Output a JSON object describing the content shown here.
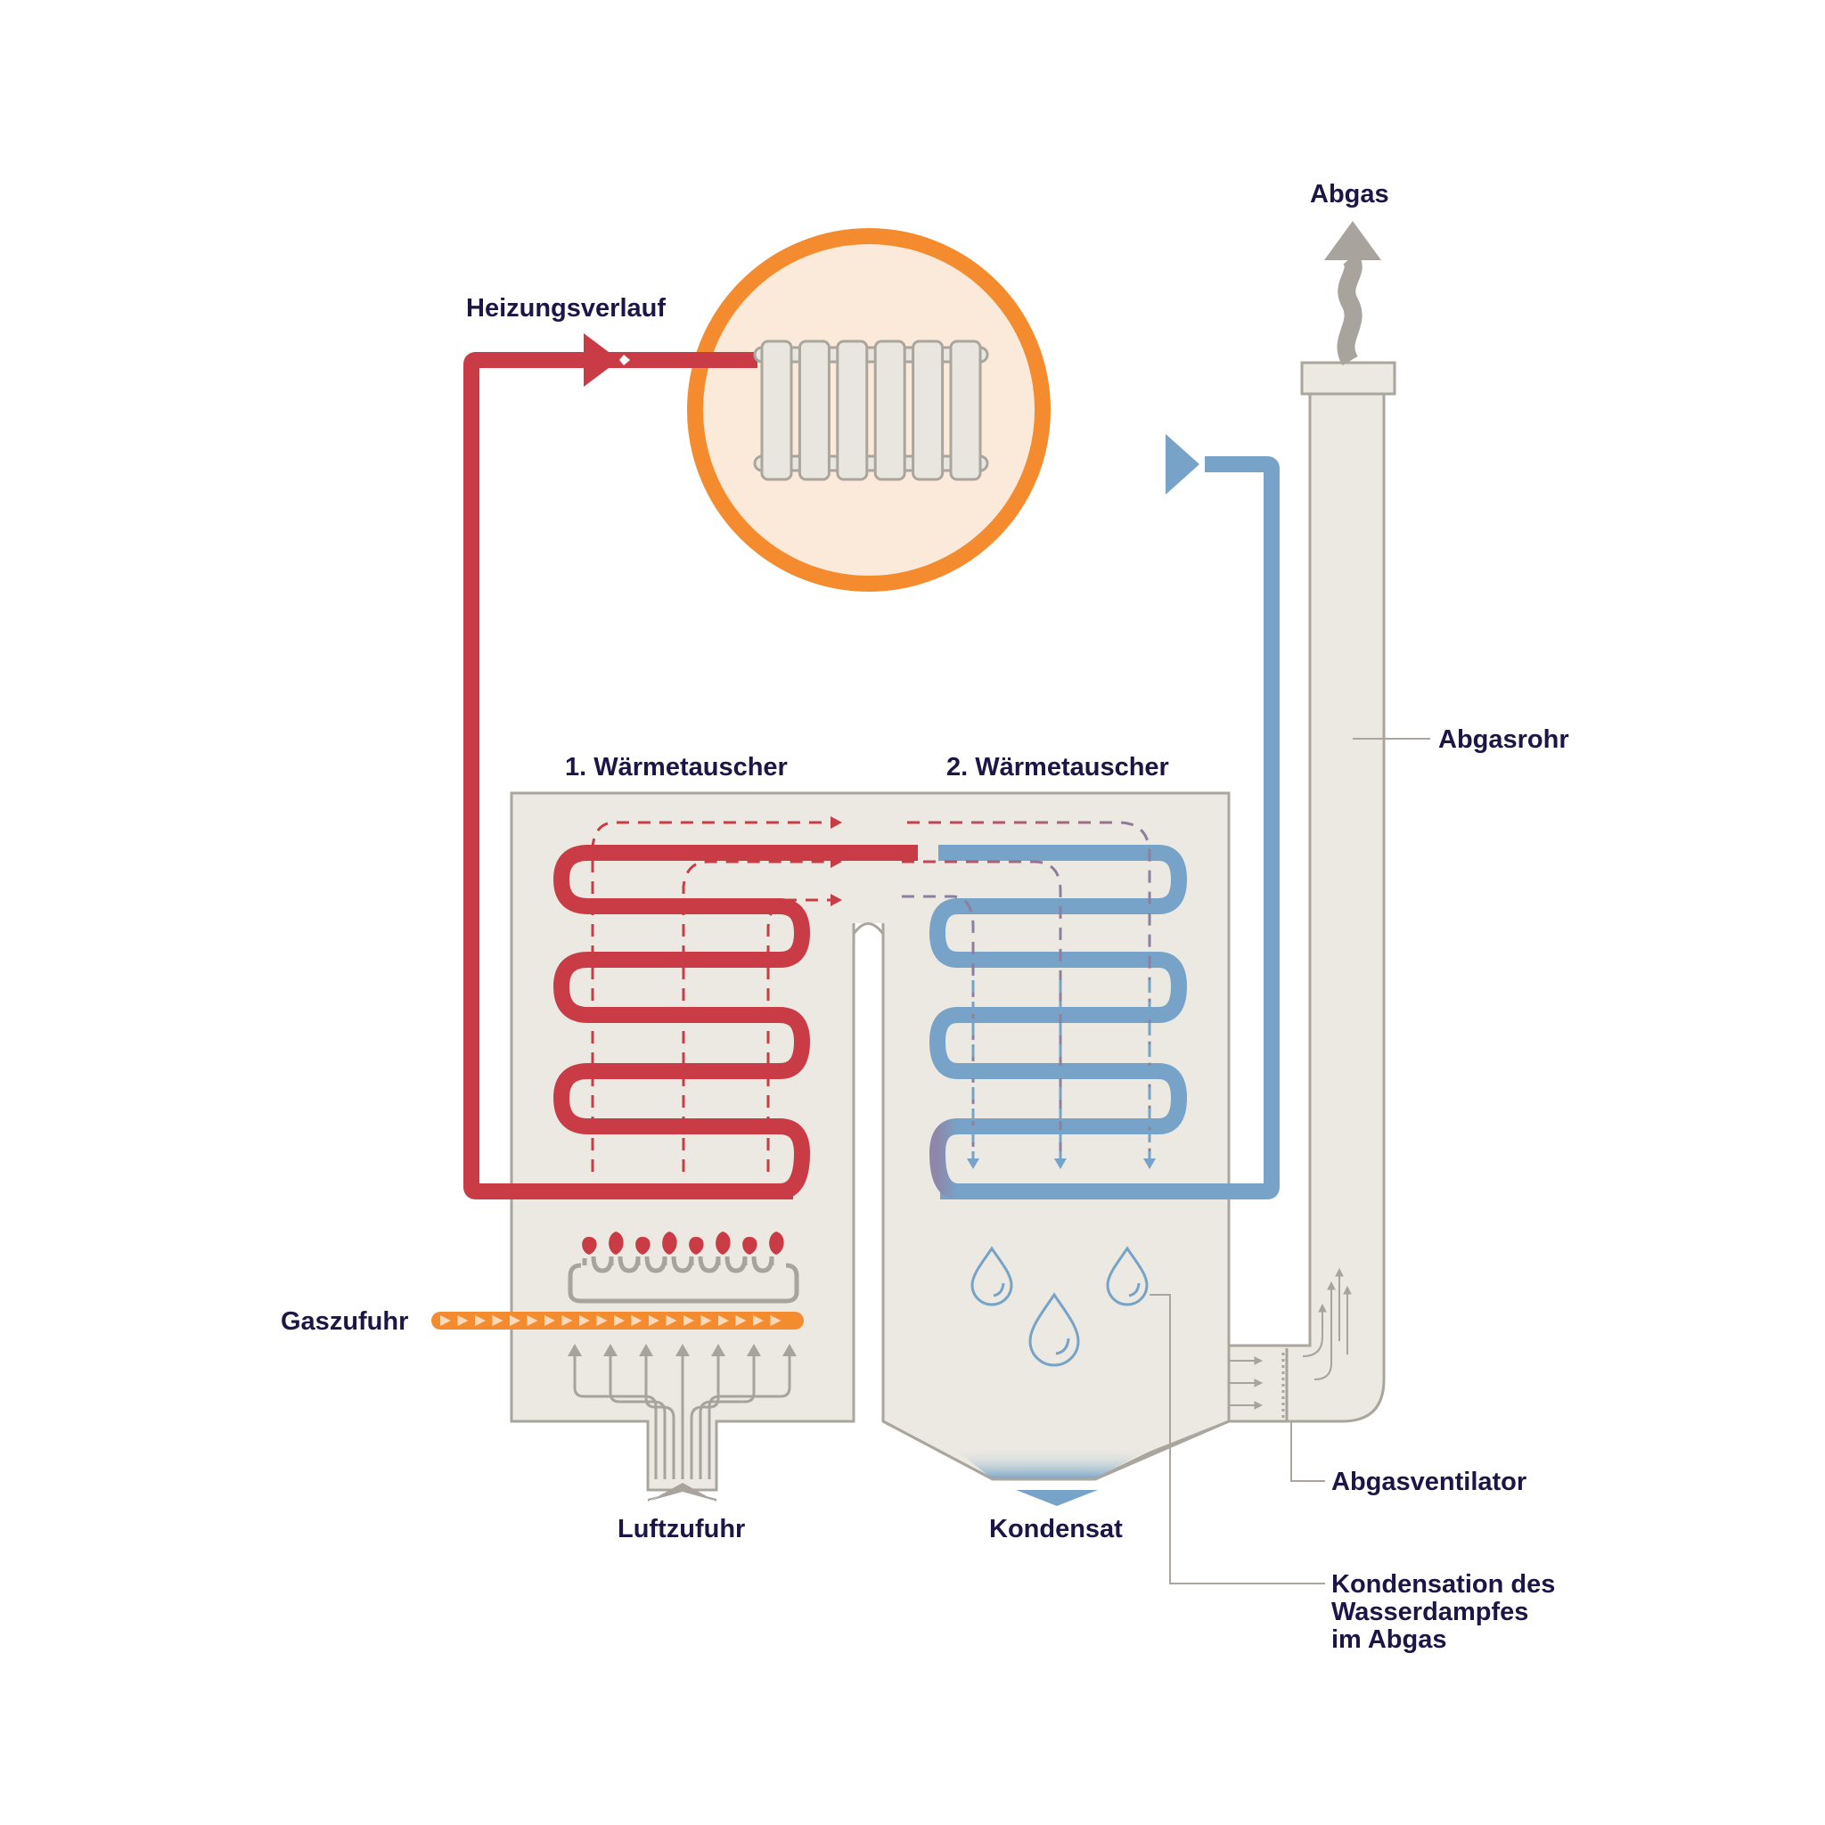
{
  "title": "Gas-Brennwertkessel Funktionsprinzip",
  "labels": {
    "heating_flow": "Heizungsverlauf",
    "exhaust": "Abgas",
    "exhaust_pipe": "Abgasrohr",
    "heat_exchanger_1": "1. Wärmetauscher",
    "heat_exchanger_2": "2. Wärmetauscher",
    "gas_supply": "Gaszufuhr",
    "air_supply": "Luftzufuhr",
    "condensate": "Kondensat",
    "exhaust_fan": "Abgasventilator",
    "condensation_line1": "Kondensation des",
    "condensation_line2": "Wasserdampfes",
    "condensation_line3": "im Abgas"
  },
  "components": {
    "radiator_sections": 6,
    "burner_flames": 8,
    "air_inlet_arrows": 7,
    "water_drops": 3,
    "gas_flow_chevrons": 20
  },
  "colors": {
    "hot": "#c93c45",
    "cold": "#76a3c7",
    "gas": "#f48c2f",
    "circle_fill": "#fbe9d9",
    "housing": "#ebe9e1",
    "outline": "#aaa59d",
    "text": "#1c1646"
  }
}
